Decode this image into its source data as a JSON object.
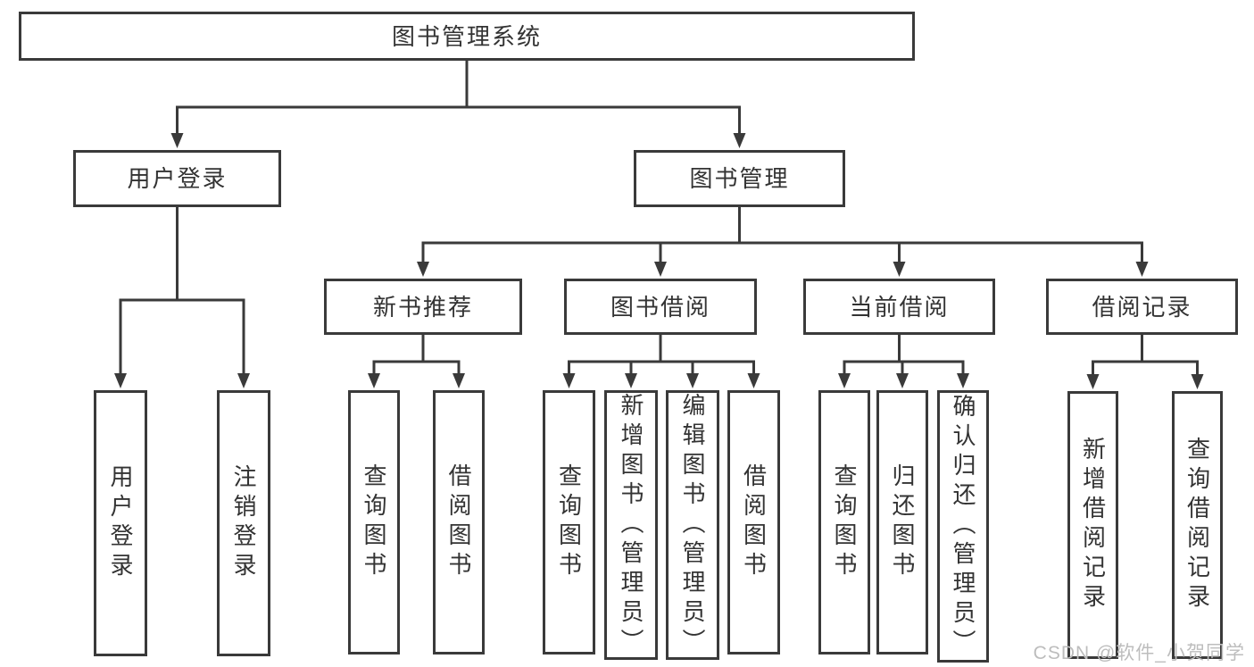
{
  "diagram": {
    "root": "图书管理系统",
    "user_login": {
      "label": "用户登录",
      "children": [
        "用户登录",
        "注销登录"
      ]
    },
    "book_mgmt": {
      "label": "图书管理",
      "sections": [
        {
          "label": "新书推荐",
          "children": [
            "查询图书",
            "借阅图书"
          ]
        },
        {
          "label": "图书借阅",
          "children": [
            "查询图书",
            "新增图书（管理员）",
            "编辑图书（管理员）",
            "借阅图书"
          ]
        },
        {
          "label": "当前借阅",
          "children": [
            "查询图书",
            "归还图书",
            "确认归还（管理员）"
          ]
        },
        {
          "label": "借阅记录",
          "children": [
            "新增借阅记录",
            "查询借阅记录"
          ]
        }
      ]
    }
  },
  "watermark": "CSDN @软件_小贺同学",
  "colors": {
    "line": "#3a3a3a",
    "text": "#333333",
    "watermark_color": "#bdbdbd",
    "background": "#ffffff"
  }
}
